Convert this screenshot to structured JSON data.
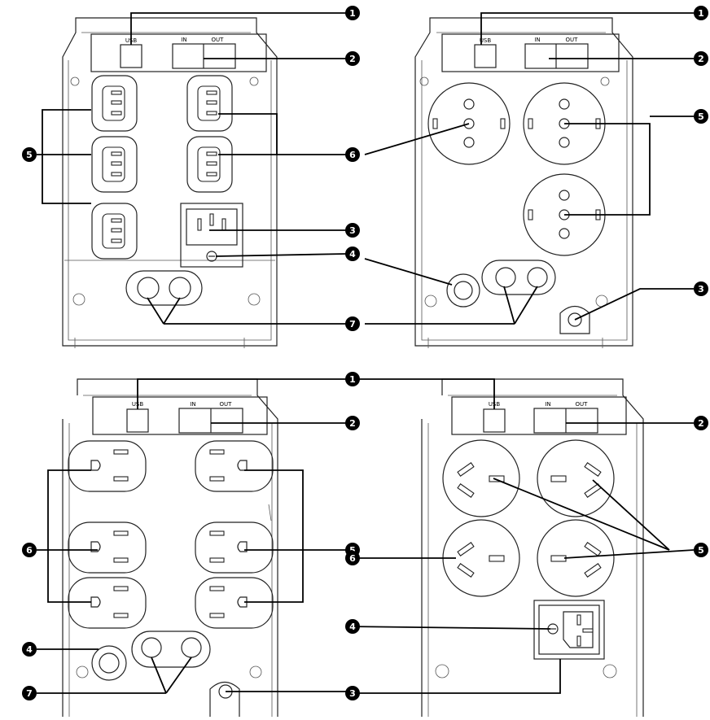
{
  "port_labels": {
    "usb": "USB",
    "in": "IN",
    "out": "OUT"
  },
  "markers": [
    "1",
    "2",
    "3",
    "4",
    "5",
    "6",
    "7"
  ],
  "panels": [
    {
      "id": "iec",
      "callouts": [
        "1",
        "2",
        "5",
        "6",
        "3",
        "4",
        "7"
      ]
    },
    {
      "id": "schuko",
      "callouts": [
        "1",
        "2",
        "6",
        "5",
        "4",
        "3",
        "7"
      ]
    },
    {
      "id": "nema",
      "callouts": [
        "1",
        "2",
        "6",
        "5",
        "4",
        "7",
        "3"
      ]
    },
    {
      "id": "au",
      "callouts": [
        "1",
        "2",
        "6",
        "5",
        "4"
      ]
    }
  ],
  "colors": {
    "line": "#222222",
    "marker_fill": "#000000",
    "marker_text": "#ffffff"
  }
}
